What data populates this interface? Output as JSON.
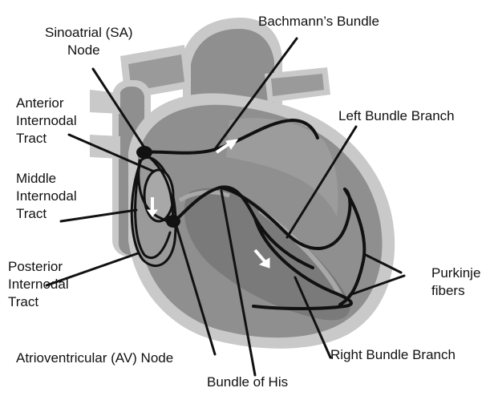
{
  "labels": {
    "sa_node": [
      "Sinoatrial (SA)",
      "Node"
    ],
    "bachmann": "Bachmann’s Bundle",
    "anterior": [
      "Anterior",
      "Internodal",
      "Tract"
    ],
    "left_bundle": "Left Bundle Branch",
    "middle": [
      "Middle",
      "Internodal",
      "Tract"
    ],
    "posterior": [
      "Posterior",
      "Internodal",
      "Tract"
    ],
    "purkinje": [
      "Purkinje",
      "fibers"
    ],
    "right_bundle": "Right Bundle Branch",
    "av_node": "Atrioventricular (AV) Node",
    "his": "Bundle of His"
  },
  "colors": {
    "outline_light": "#c9c9c9",
    "heart_mid": "#8f8f8f",
    "heart_dark": "#7a7a7a",
    "pathway": "#111111",
    "arrow": "#ffffff"
  }
}
